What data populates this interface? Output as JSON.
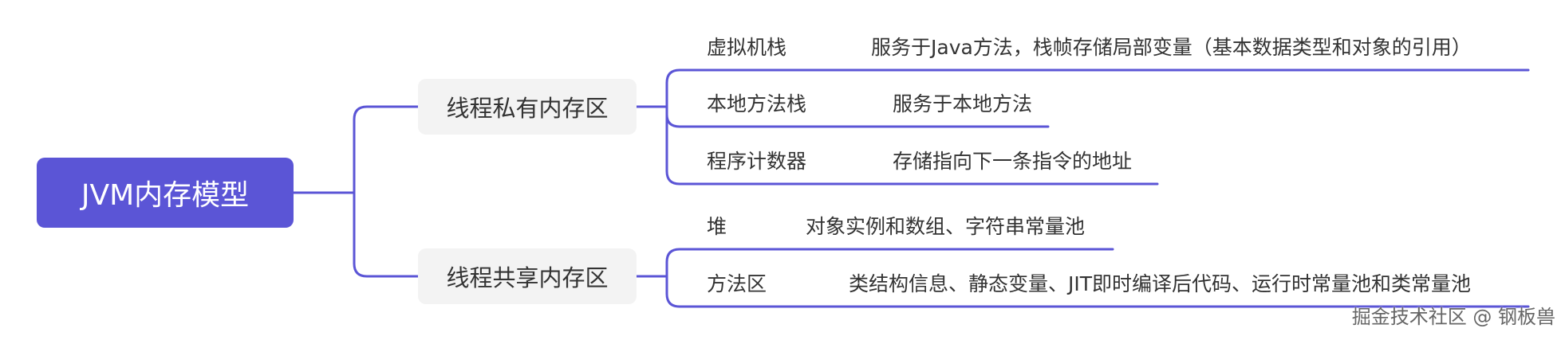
{
  "root": {
    "label": "JVM内存模型"
  },
  "groups": [
    {
      "label": "线程私有内存区",
      "items": [
        {
          "term": "虚拟机栈",
          "desc": "服务于Java方法，栈帧存储局部变量（基本数据类型和对象的引用）"
        },
        {
          "term": "本地方法栈",
          "desc": "服务于本地方法"
        },
        {
          "term": "程序计数器",
          "desc": "存储指向下一条指令的地址"
        }
      ]
    },
    {
      "label": "线程共享内存区",
      "items": [
        {
          "term": "堆",
          "desc": "对象实例和数组、字符串常量池"
        },
        {
          "term": "方法区",
          "desc": "类结构信息、静态变量、JIT即时编译后代码、运行时常量池和类常量池"
        }
      ]
    }
  ],
  "watermark": "掘金技术社区 @ 钢板兽",
  "colors": {
    "accent": "#5b55d6",
    "group_bg": "#f3f3f3",
    "text": "#333333"
  }
}
